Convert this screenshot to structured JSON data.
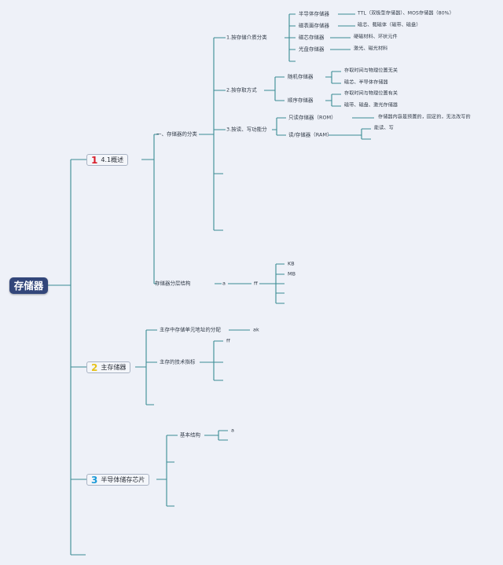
{
  "root": "存储器",
  "branches": [
    {
      "num": "1",
      "label": "4.1概述"
    },
    {
      "num": "2",
      "label": "主存储器"
    },
    {
      "num": "3",
      "label": "半导体储存芯片"
    }
  ],
  "overview": {
    "classification": "一、存储器的分类",
    "hierarchy": "存储器分层结构",
    "by_medium": {
      "label": "1.按存储介质分类",
      "items": [
        {
          "name": "半导体存储器",
          "desc": "TTL（双极型存储器）、MOS存储器（80%）"
        },
        {
          "name": "磁表面存储器",
          "desc": "磁芯、载磁体（磁带、磁盘）"
        },
        {
          "name": "磁芯存储器",
          "desc": "硬磁材料、环状元件"
        },
        {
          "name": "光盘存储器",
          "desc": "激光、磁光材料"
        }
      ]
    },
    "by_access": {
      "label": "2.按存取方式",
      "random": {
        "name": "随机存储器",
        "d1": "存取时间与物理位置无关",
        "d2": "磁芯、半导体存储器"
      },
      "sequential": {
        "name": "顺序存储器",
        "d1": "存取时间与物理位置有关",
        "d2": "磁带、磁盘、激光存储器"
      }
    },
    "by_rw": {
      "label": "3.按读、写功能分",
      "rom": {
        "name": "只读存储器（ROM）",
        "desc": "存储器内容是预置的，固定的，无法改写的"
      },
      "ram": {
        "name": "读/存储器（RAM）",
        "desc": "能读、写"
      }
    },
    "hier_a": "a",
    "hier_ff": "ff",
    "hier_kb": "KB",
    "hier_mb": "MB"
  },
  "main_memory": {
    "address": "主存中存储单元地址的分配",
    "address_child": "ak",
    "tech": "主存的技术指标",
    "tech_child": "ff"
  },
  "chip": {
    "basic": "基本结构",
    "basic_child": "a"
  },
  "colors": {
    "line": "#3a8c94",
    "root_bg": "#32467a",
    "bg": "#eef1f8"
  }
}
